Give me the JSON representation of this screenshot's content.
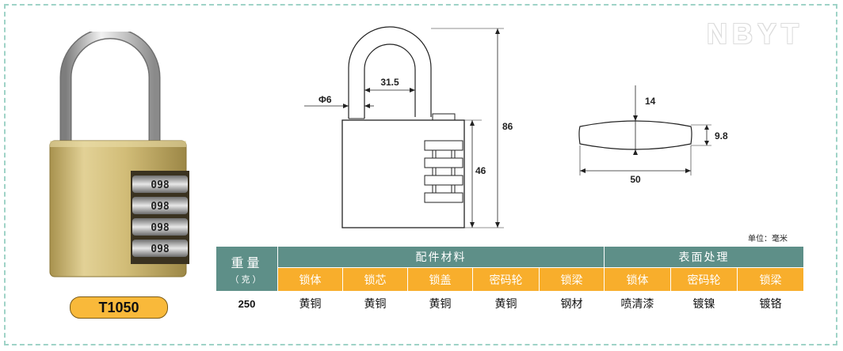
{
  "brand": "NBYT",
  "model": "T1050",
  "lock_dials": [
    {
      "digits": "098"
    },
    {
      "digits": "098"
    },
    {
      "digits": "098"
    },
    {
      "digits": "098"
    }
  ],
  "dimensions": {
    "shackle_diameter": "Φ6",
    "shackle_width": "31.5",
    "total_height": "86",
    "body_height": "46",
    "thickness": "14",
    "side_height": "9.8",
    "width": "50"
  },
  "unit_note": "单位：毫米",
  "table": {
    "weight_header": "重量",
    "weight_unit": "（克）",
    "group_parts": "配件材料",
    "group_surface": "表面处理",
    "headers": [
      "锁体",
      "锁芯",
      "锁盖",
      "密码轮",
      "锁梁",
      "锁体",
      "密码轮",
      "锁梁"
    ],
    "weight_value": "250",
    "values": [
      "黄铜",
      "黄铜",
      "黄铜",
      "黄铜",
      "钢材",
      "喷清漆",
      "镀镍",
      "镀铬"
    ]
  }
}
